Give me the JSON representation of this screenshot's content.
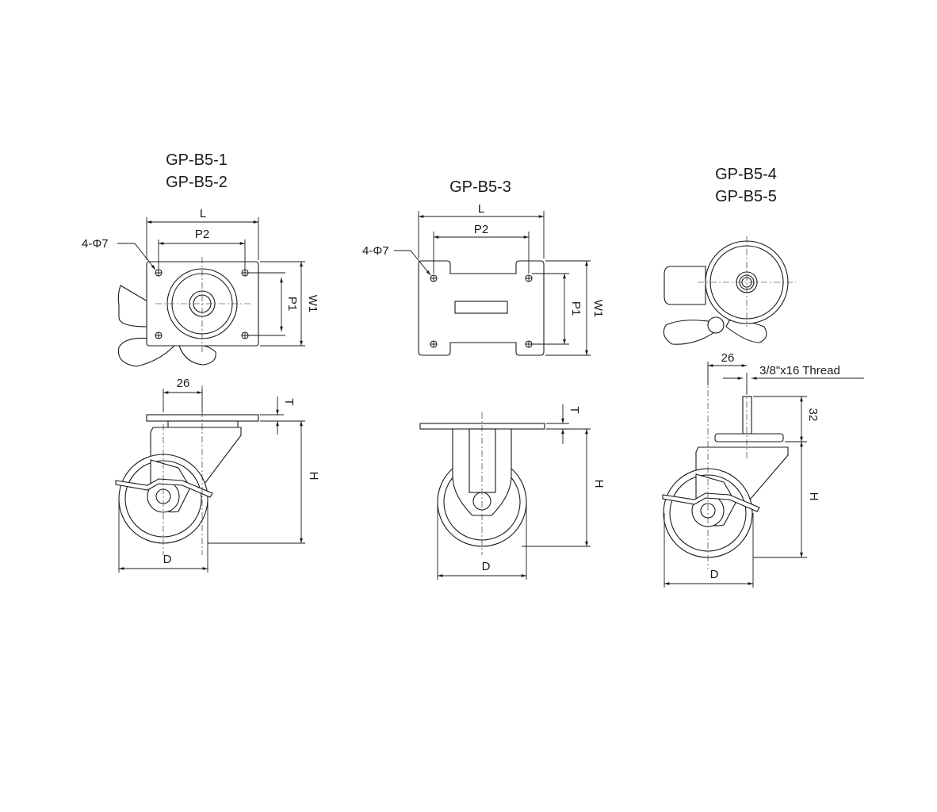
{
  "models": {
    "group1": {
      "line1": "GP-B5-1",
      "line2": "GP-B5-2"
    },
    "group2": {
      "line1": "GP-B5-3"
    },
    "group3": {
      "line1": "GP-B5-4",
      "line2": "GP-B5-5"
    }
  },
  "dims": {
    "L": "L",
    "P2": "P2",
    "P1": "P1",
    "W1": "W1",
    "T": "T",
    "H": "H",
    "D": "D",
    "holes": "4-Φ7",
    "offset": "26",
    "stem_height": "32",
    "thread": "3/8\"x16 Thread"
  }
}
